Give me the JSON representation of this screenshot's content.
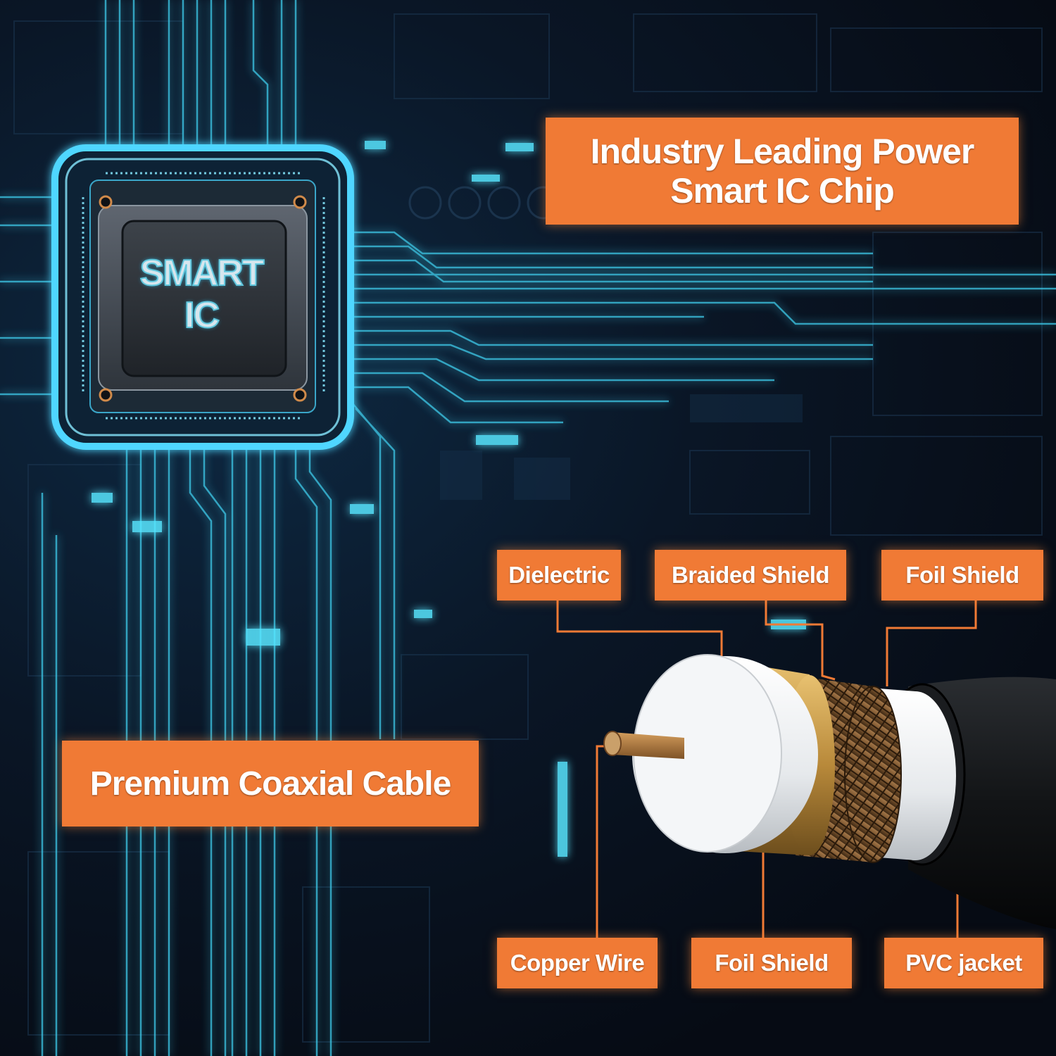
{
  "headline": {
    "line1": "Industry Leading Power",
    "line2": "Smart IC Chip"
  },
  "chip": {
    "line1": "SMART",
    "line2": "IC"
  },
  "banner": "Premium Coaxial Cable",
  "cable_layers": {
    "dielectric": "Dielectric",
    "braided_shield": "Braided Shield",
    "foil_shield_top": "Foil Shield",
    "copper_wire": "Copper Wire",
    "foil_shield_bottom": "Foil Shield",
    "pvc_jacket": "PVC jacket"
  },
  "colors": {
    "label_orange": "#f07a35",
    "circuit_cyan": "#3fd0f0",
    "background_navy": "#070d18",
    "copper": "#b07a3a"
  }
}
